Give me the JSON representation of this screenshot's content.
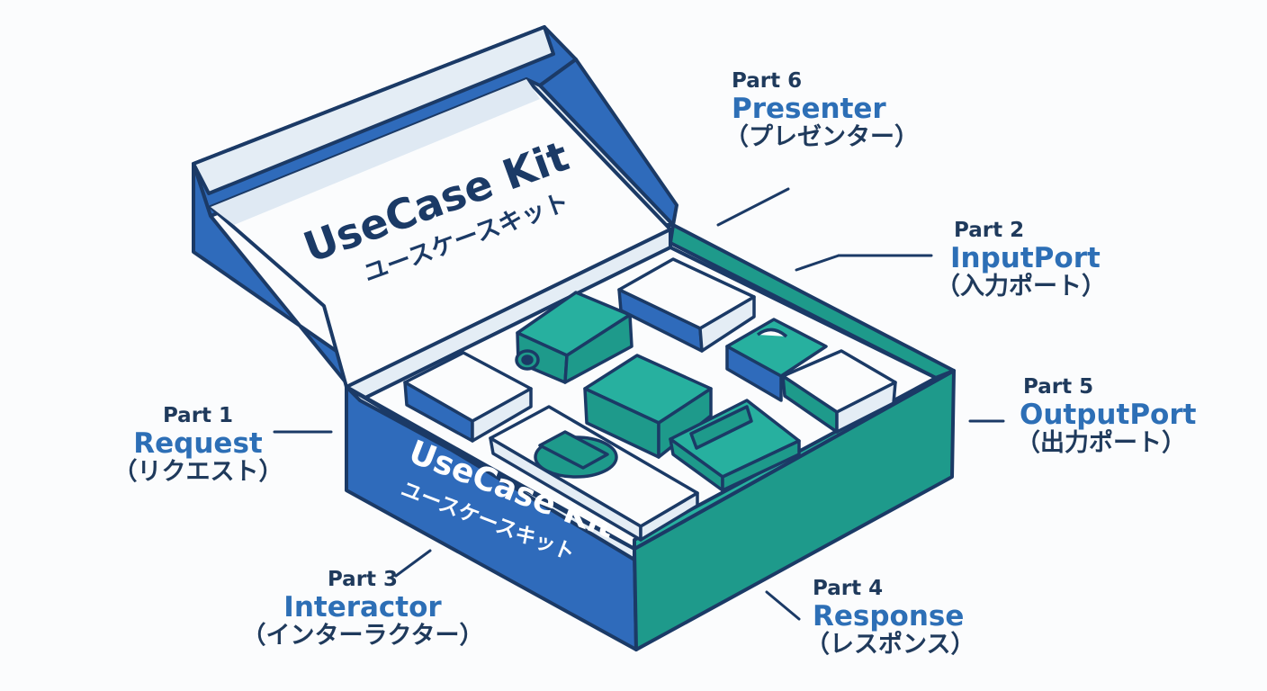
{
  "kit": {
    "lid_title": "UseCase Kit",
    "lid_subtitle": "ユースケースキット",
    "front_title": "UseCase Kit",
    "front_subtitle": "ユースケースキット"
  },
  "colors": {
    "outline": "#1b3a66",
    "blue": "#2f6bbb",
    "blue_dark": "#22549c",
    "teal": "#1e9a8b",
    "teal_light": "#27b09f",
    "paper": "#e4edf5",
    "white": "#fbfcfd",
    "label_blue": "#2d6fb6",
    "label_dark": "#1f3a5c"
  },
  "callouts": [
    {
      "id": "part1",
      "part": "Part 1",
      "name": "Request",
      "jp": "（リクエスト）"
    },
    {
      "id": "part2",
      "part": "Part 2",
      "name": "InputPort",
      "jp": "（入力ポート）"
    },
    {
      "id": "part3",
      "part": "Part 3",
      "name": "Interactor",
      "jp": "（インターラクター）"
    },
    {
      "id": "part4",
      "part": "Part 4",
      "name": "Response",
      "jp": "（レスポンス）"
    },
    {
      "id": "part5",
      "part": "Part 5",
      "name": "OutputPort",
      "jp": "（出力ポート）"
    },
    {
      "id": "part6",
      "part": "Part 6",
      "name": "Presenter",
      "jp": "（プレゼンター）"
    }
  ]
}
